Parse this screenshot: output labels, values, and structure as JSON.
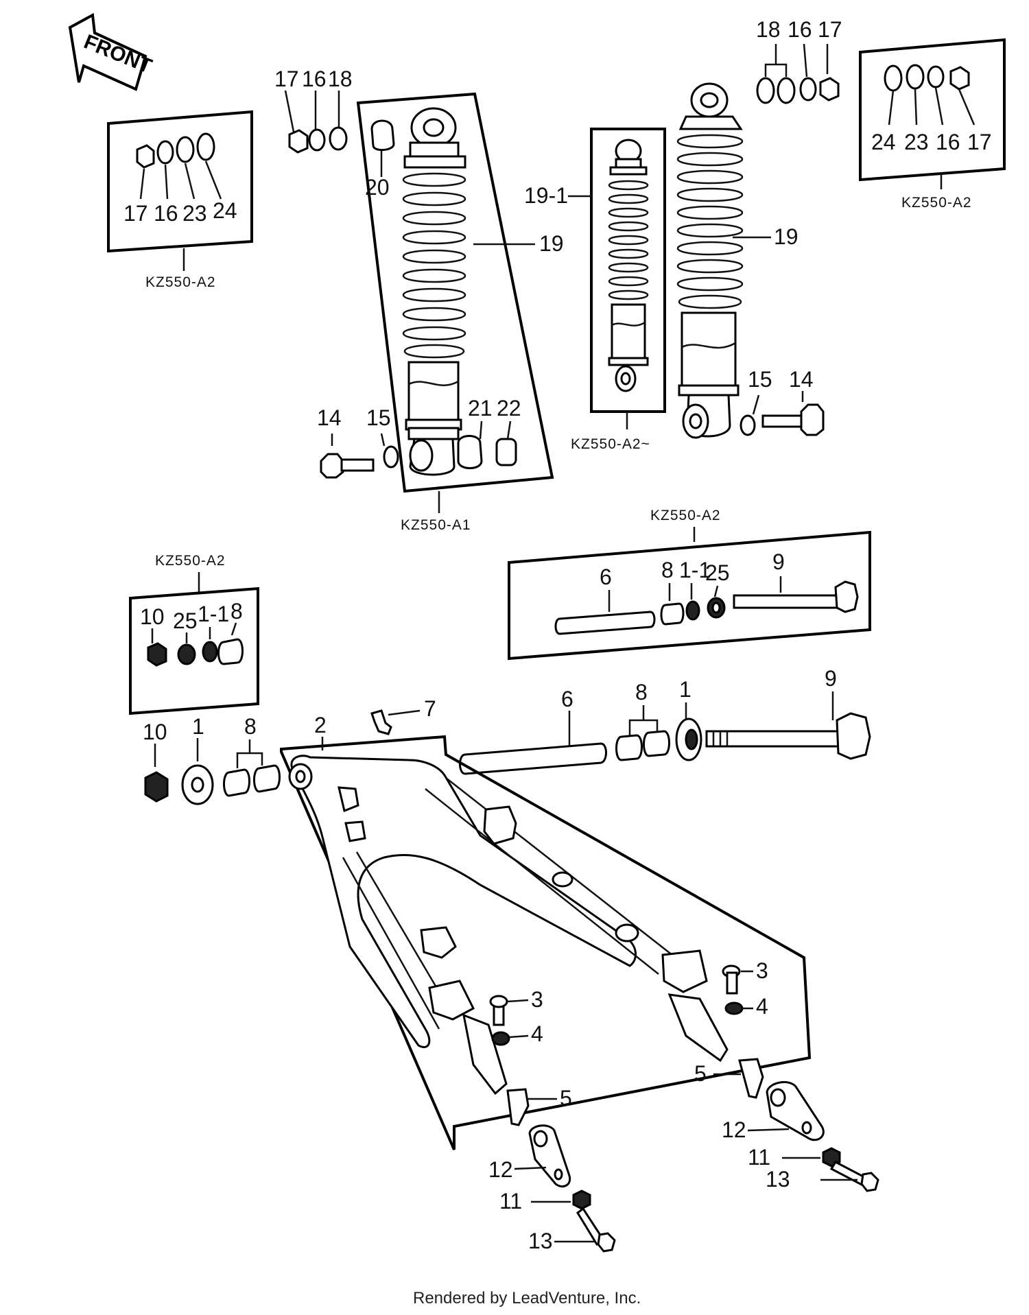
{
  "front_label": "FRONT",
  "model_labels": {
    "top_left": "KZ550-A2",
    "top_right": "KZ550-A2",
    "shock_a1": "KZ550-A1",
    "shock_a2": "KZ550-A2~",
    "mid_left": "KZ550-A2",
    "mid_right": "KZ550-A2"
  },
  "callouts": {
    "tl_17": "17",
    "tl_16": "16",
    "tl_23": "23",
    "tl_24": "24",
    "top_17": "17",
    "top_16": "16",
    "top_18": "18",
    "s_20": "20",
    "s_19": "19",
    "s_21": "21",
    "s_22": "22",
    "s_14": "14",
    "s_15": "15",
    "m_19_1": "19-1",
    "r_18": "18",
    "r_16": "16",
    "r_17": "17",
    "r_19": "19",
    "r_15": "15",
    "r_14": "14",
    "tr_24": "24",
    "tr_23": "23",
    "tr_16": "16",
    "tr_17": "17",
    "ml_10": "10",
    "ml_25": "25",
    "ml_1_1": "1-1",
    "ml_8": "8",
    "mr_6": "6",
    "mr_8": "8",
    "mr_1_1": "1-1",
    "mr_25": "25",
    "mr_9": "9",
    "a_10": "10",
    "a_1": "1",
    "a_8": "8",
    "a_2": "2",
    "a_7": "7",
    "a_6": "6",
    "a_8b": "8",
    "a_1b": "1",
    "a_9": "9",
    "a_3l": "3",
    "a_4l": "4",
    "a_5l": "5",
    "a_3r": "3",
    "a_4r": "4",
    "a_5r": "5",
    "a_12r": "12",
    "a_11r": "11",
    "a_13r": "13",
    "a_12l": "12",
    "a_11l": "11",
    "a_13l": "13"
  },
  "credit": "Rendered by LeadVenture, Inc."
}
